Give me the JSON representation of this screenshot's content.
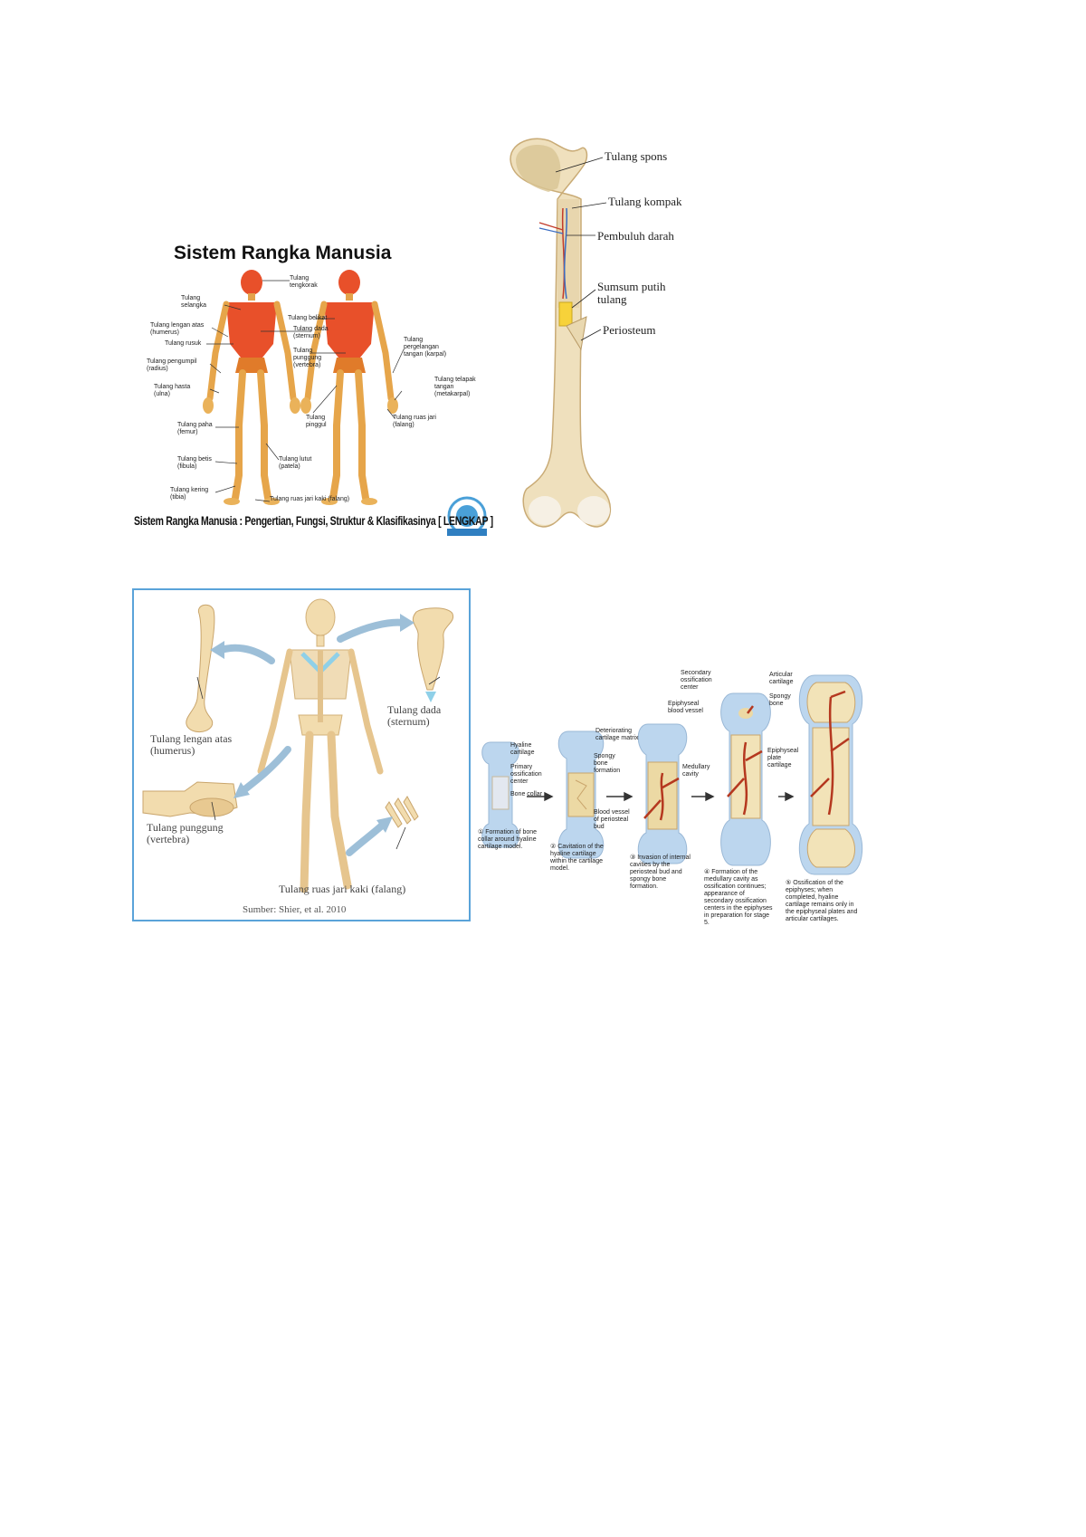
{
  "skeleton_poster": {
    "title": "Sistem Rangka Manusia",
    "caption": "Sistem Rangka Manusia : Pengertian, Fungsi, Struktur & Klasifikasinya [ LENGKAP ]",
    "labels": {
      "tengkorak": "Tulang tengkorak",
      "selangka": "Tulang selangka",
      "lengan_atas": "Tulang lengan atas (humerus)",
      "rusuk": "Tulang rusuk",
      "pengumpil": "Tulang pengumpil (radius)",
      "hasta": "Tulang hasta (ulna)",
      "paha": "Tulang paha (femur)",
      "betis": "Tulang betis (fibula)",
      "kering": "Tulang kering (tibia)",
      "belikat": "Tulang belikat",
      "dada": "Tulang dada (sternum)",
      "punggung": "Tulang punggung (vertebra)",
      "pinggul": "Tulang pinggul",
      "tempurung": "Tulang lutut (patela)",
      "ruas_jari_kaki": "Tulang ruas jari kaki (falang)",
      "pergelangan": "Tulang pergelangan tangan (karpal)",
      "telapak": "Tulang telapak tangan (metakarpal)",
      "ruas_jari": "Tulang ruas jari (falang)"
    }
  },
  "femur_diagram": {
    "labels": {
      "spons": "Tulang spons",
      "kompak": "Tulang kompak",
      "pembuluh": "Pembuluh darah",
      "sumsum": "Sumsum putih tulang",
      "periosteum": "Periosteum"
    }
  },
  "bone_types": {
    "labels": {
      "humerus": "Tulang lengan atas (humerus)",
      "sternum": "Tulang dada (sternum)",
      "vertebra": "Tulang punggung (vertebra)",
      "falang": "Tulang ruas jari kaki (falang)"
    },
    "source": "Sumber: Shier, et al. 2010"
  },
  "ossification": {
    "labels": {
      "hyaline": "Hyaline cartilage",
      "primary": "Primary ossification center",
      "collar": "Bone collar",
      "deteriorating": "Deteriorating cartilage matrix",
      "spongy_formation": "Spongy bone formation",
      "blood_vessel": "Blood vessel of periosteal bud",
      "secondary": "Secondary ossification center",
      "epiphyseal_vessel": "Epiphyseal blood vessel",
      "medullary": "Medullary cavity",
      "articular": "Articular cartilage",
      "spongy_bone": "Spongy bone",
      "epiphyseal_plate": "Epiphyseal plate cartilage"
    },
    "steps": [
      "① Formation of bone collar around hyaline cartilage model.",
      "② Cavitation of the hyaline cartilage within the cartilage model.",
      "③ Invasion of internal cavities by the periosteal bud and spongy bone formation.",
      "④ Formation of the medullary cavity as ossification continues; appearance of secondary ossification centers in the epiphyses in preparation for stage 5.",
      "⑤ Ossification of the epiphyses; when completed, hyaline cartilage remains only in the epiphyseal plates and articular cartilages."
    ]
  },
  "colors": {
    "bone": "#f0d9a8",
    "bone_dark": "#d9b87a",
    "muscle_red": "#e8502a",
    "cartilage_blue": "#bcd6ee",
    "vessel_red": "#b5381f",
    "frame_blue": "#5aa3d9"
  }
}
